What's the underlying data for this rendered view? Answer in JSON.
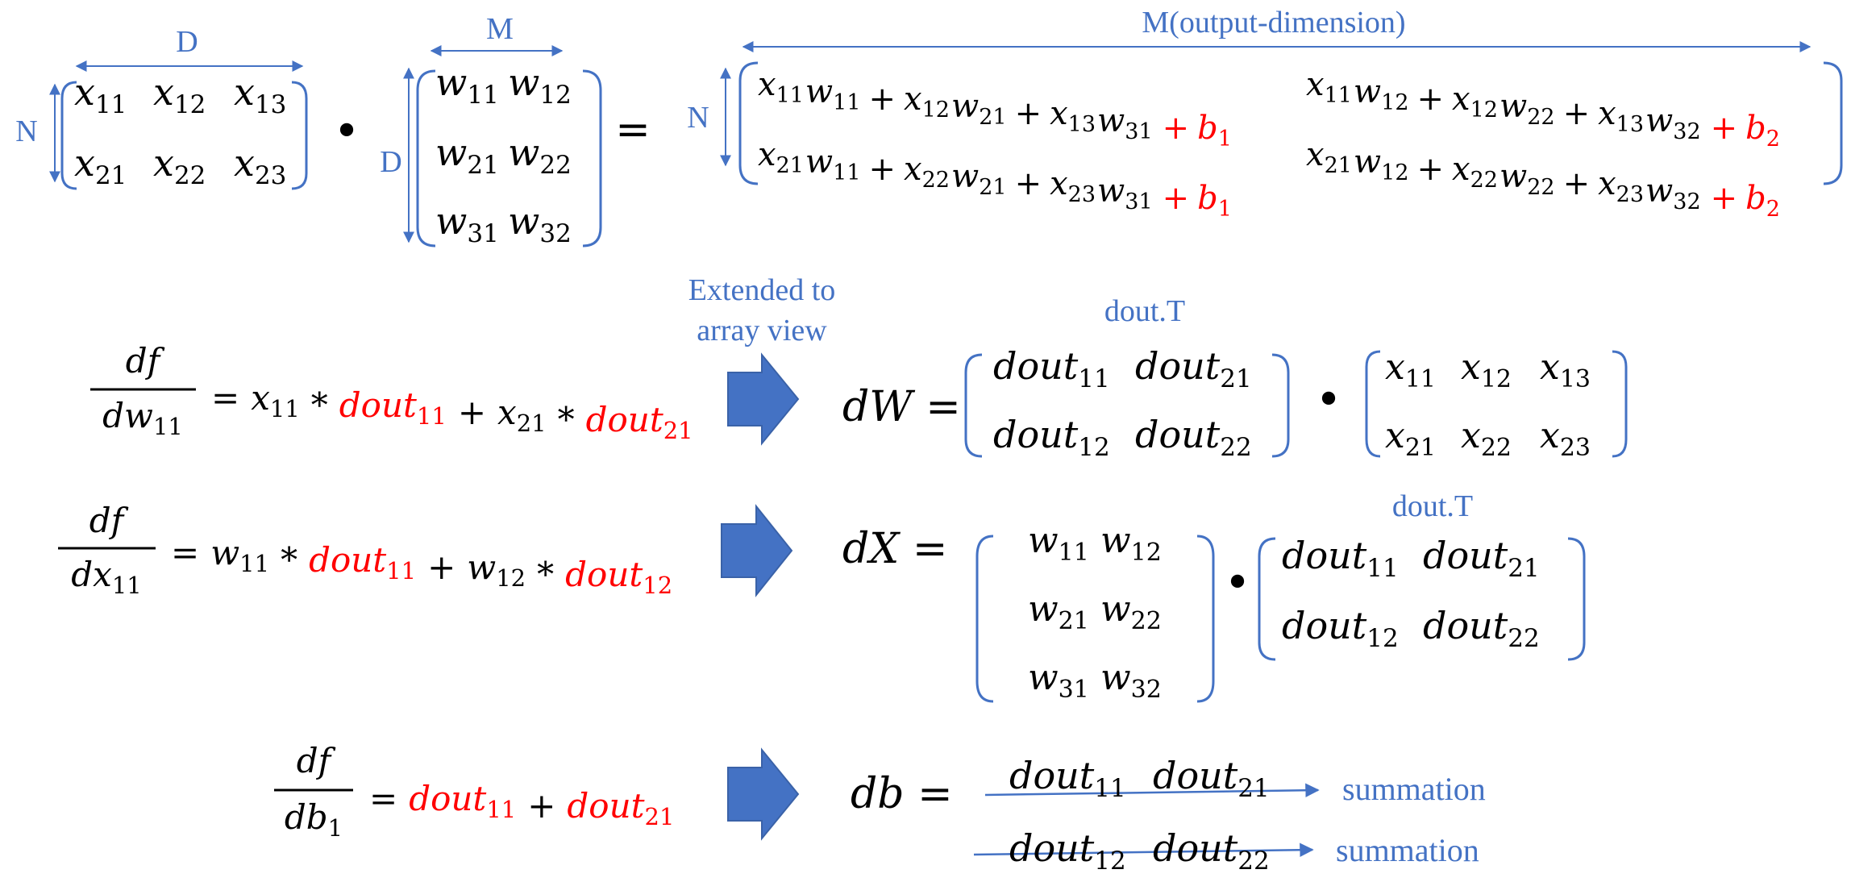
{
  "colors": {
    "blue": "#4472C4",
    "red": "#FF0000",
    "black": "#000000",
    "arrow_fill": "#4472C4"
  },
  "top": {
    "dim_D": "D",
    "dim_N": "N",
    "dim_M": "M",
    "dim_D2": "D",
    "dim_M_out": "M(output-dimension)",
    "dim_N_out": "N",
    "dot": "•",
    "equals": "=",
    "x": [
      [
        "x",
        "11"
      ],
      [
        "x",
        "12"
      ],
      [
        "x",
        "13"
      ],
      [
        "x",
        "21"
      ],
      [
        "x",
        "22"
      ],
      [
        "x",
        "23"
      ]
    ],
    "w": [
      [
        "w",
        "11"
      ],
      [
        "w",
        "12"
      ],
      [
        "w",
        "21"
      ],
      [
        "w",
        "22"
      ],
      [
        "w",
        "31"
      ],
      [
        "w",
        "32"
      ]
    ],
    "result": [
      {
        "terms": [
          [
            "x",
            "11",
            "w",
            "11"
          ],
          [
            "x",
            "12",
            "w",
            "21"
          ],
          [
            "x",
            "13",
            "w",
            "31"
          ]
        ],
        "bias": [
          "b",
          "1"
        ]
      },
      {
        "terms": [
          [
            "x",
            "11",
            "w",
            "12"
          ],
          [
            "x",
            "12",
            "w",
            "22"
          ],
          [
            "x",
            "13",
            "w",
            "32"
          ]
        ],
        "bias": [
          "b",
          "2"
        ]
      },
      {
        "terms": [
          [
            "x",
            "21",
            "w",
            "11"
          ],
          [
            "x",
            "22",
            "w",
            "21"
          ],
          [
            "x",
            "23",
            "w",
            "31"
          ]
        ],
        "bias": [
          "b",
          "1"
        ]
      },
      {
        "terms": [
          [
            "x",
            "21",
            "w",
            "12"
          ],
          [
            "x",
            "22",
            "w",
            "22"
          ],
          [
            "x",
            "23",
            "w",
            "32"
          ]
        ],
        "bias": [
          "b",
          "2"
        ]
      }
    ]
  },
  "extended_label": [
    "Extended to",
    "array view"
  ],
  "rows": [
    {
      "num": "df",
      "den": [
        "dw",
        "11"
      ],
      "rhs": [
        [
          "x",
          "11",
          "black"
        ],
        [
          "*",
          "",
          " op"
        ],
        [
          "dout",
          "11",
          "red"
        ],
        [
          "+",
          "",
          " op"
        ],
        [
          "x",
          "21",
          "black"
        ],
        [
          "*",
          "",
          " op"
        ],
        [
          "dout",
          "21",
          "red"
        ]
      ],
      "lhs": "dW =",
      "transpose_label": "dout.T"
    },
    {
      "num": "df",
      "den": [
        "dx",
        "11"
      ],
      "rhs": [
        [
          "w",
          "11",
          "black"
        ],
        [
          "*",
          "",
          " op"
        ],
        [
          "dout",
          "11",
          "red"
        ],
        [
          "+",
          "",
          " op"
        ],
        [
          "w",
          "12",
          "black"
        ],
        [
          "*",
          "",
          " op"
        ],
        [
          "dout",
          "12",
          "red"
        ]
      ],
      "lhs": "dX =",
      "transpose_label": "dout.T"
    },
    {
      "num": "df",
      "den": [
        "db",
        "1"
      ],
      "rhs": [
        [
          "dout",
          "11",
          "red"
        ],
        [
          "+",
          "",
          " op"
        ],
        [
          "dout",
          "21",
          "red"
        ]
      ],
      "lhs": "db =",
      "transpose_label": ""
    }
  ],
  "dout_cells": [
    [
      "dout",
      "11"
    ],
    [
      "dout",
      "21"
    ],
    [
      "dout",
      "12"
    ],
    [
      "dout",
      "22"
    ]
  ],
  "summation_labels": [
    "summation",
    "summation"
  ]
}
